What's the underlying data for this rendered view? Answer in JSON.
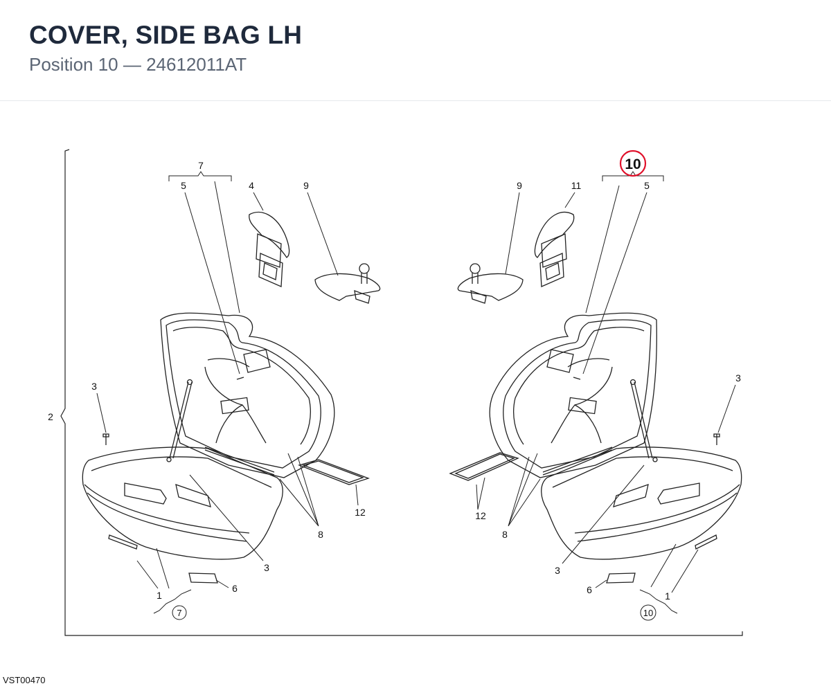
{
  "header": {
    "title": "COVER, SIDE BAG LH",
    "subtitle": "Position 10 — 24612011AT"
  },
  "highlight": {
    "number": "10",
    "color": "#e0102a"
  },
  "diagram_code": "VST00470",
  "callouts": {
    "bracket_outer": "2",
    "left": {
      "group_top": "7",
      "c5": "5",
      "c4": "4",
      "c9": "9",
      "c3_side": "3",
      "c3_inner": "3",
      "c8": "8",
      "c12": "12",
      "c1": "1",
      "c6": "6",
      "group_circled": "7"
    },
    "right": {
      "c9": "9",
      "c11": "11",
      "c5": "5",
      "c3_side": "3",
      "c3_inner": "3",
      "c8": "8",
      "c12": "12",
      "c1": "1",
      "c6": "6",
      "group_circled": "10"
    }
  }
}
